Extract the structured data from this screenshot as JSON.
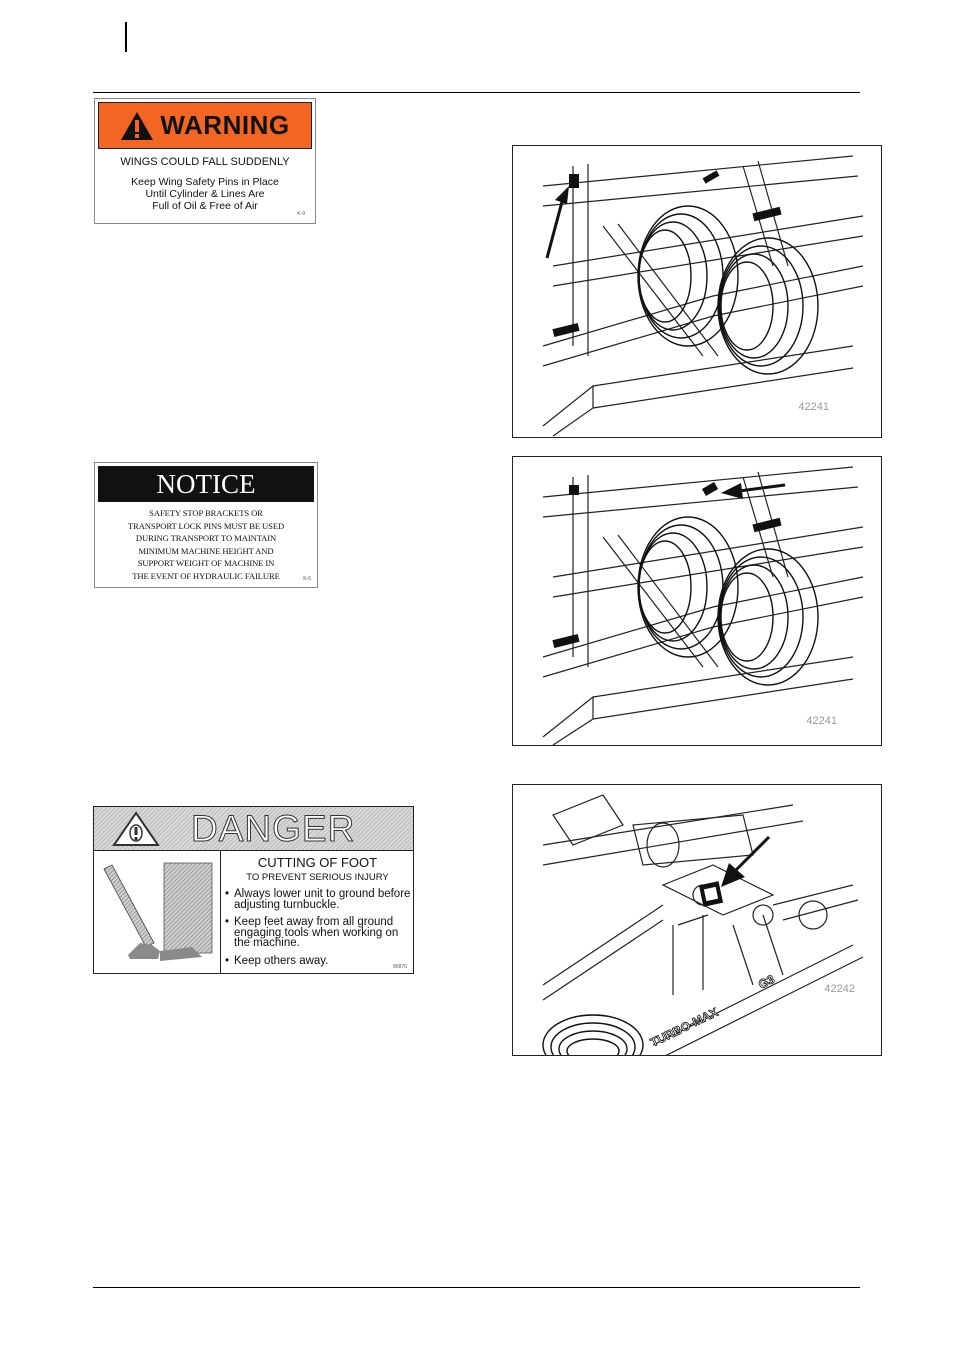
{
  "warning_decal": {
    "signal_word": "WARNING",
    "line1": "WINGS COULD FALL SUDDENLY",
    "line2": "Keep Wing Safety Pins in Place",
    "line3": "Until Cylinder & Lines Are",
    "line4": "Full of Oil & Free of Air",
    "code": "K-9",
    "band_color": "#f26522"
  },
  "notice_decal": {
    "signal_word": "NOTICE",
    "lines": [
      "SAFETY STOP BRACKETS OR",
      "TRANSPORT LOCK PINS MUST BE USED",
      "DURING TRANSPORT TO MAINTAIN",
      "MINIMUM MACHINE HEIGHT AND",
      "SUPPORT WEIGHT OF MACHINE IN",
      "THE EVENT OF HYDRAULIC FAILURE"
    ],
    "code": "K-5"
  },
  "danger_decal": {
    "signal_word": "DANGER",
    "heading": "CUTTING OF FOOT",
    "subheading": "TO PREVENT SERIOUS INJURY",
    "bullets": [
      "Always lower unit to ground before adjusting turnbuckle.",
      "Keep feet away  from all ground engaging tools when working on the machine.",
      "Keep others away."
    ],
    "code": "86870"
  },
  "figures": [
    {
      "number": "42241"
    },
    {
      "number": "42241"
    },
    {
      "number": "42242",
      "decal_text_1": "TURBO-MAX",
      "decal_text_2": "G3"
    }
  ]
}
